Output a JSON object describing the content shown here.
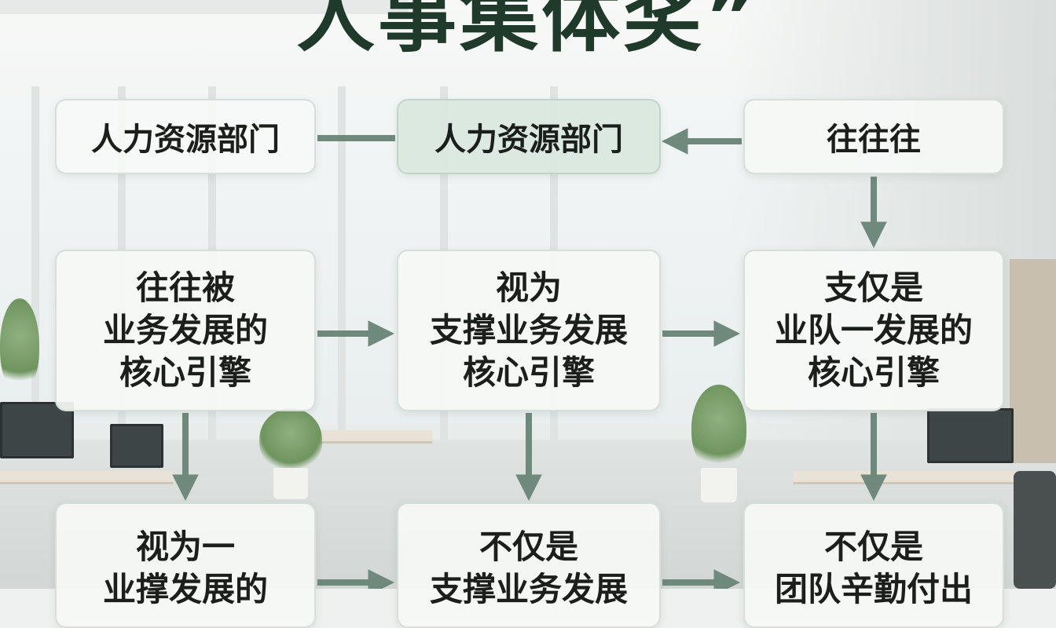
{
  "title": "人事集体奖”",
  "colors": {
    "title": "#1f3a2a",
    "arrow": "#6f8a7c",
    "header_box_fill": "#dae8de",
    "box_fill": "#f6f8f6"
  },
  "headers": [
    {
      "text": "人力资源部门"
    },
    {
      "text": "人力资源部门"
    },
    {
      "text": "往往往"
    }
  ],
  "middle_row": [
    {
      "lines": [
        "往往被",
        "业务发展的",
        "核心引擎"
      ]
    },
    {
      "lines": [
        "视为",
        "支撑业务发展",
        "核心引擎"
      ]
    },
    {
      "lines": [
        "支仅是",
        "业队一发展的",
        "核心引擎"
      ]
    }
  ],
  "bottom_row": [
    {
      "lines": [
        "视为一",
        "业撑发展的"
      ]
    },
    {
      "lines": [
        "不仅是",
        "支撑业务发展"
      ]
    },
    {
      "lines": [
        "不仅是",
        "团队辛勤付出"
      ]
    }
  ],
  "connectors": [
    {
      "from": "header-1",
      "to": "header-2",
      "type": "line"
    },
    {
      "from": "header-3",
      "to": "header-2",
      "type": "arrow"
    },
    {
      "from": "header-3",
      "to": "mid-3",
      "type": "arrow"
    },
    {
      "from": "mid-1",
      "to": "mid-2",
      "type": "arrow"
    },
    {
      "from": "mid-2",
      "to": "mid-3",
      "type": "arrow"
    },
    {
      "from": "mid-1",
      "to": "bottom-1",
      "type": "arrow"
    },
    {
      "from": "mid-2",
      "to": "bottom-2",
      "type": "arrow"
    },
    {
      "from": "mid-3",
      "to": "bottom-3",
      "type": "arrow"
    },
    {
      "from": "bottom-1",
      "to": "bottom-2",
      "type": "arrow"
    },
    {
      "from": "bottom-2",
      "to": "bottom-3",
      "type": "arrow"
    }
  ]
}
